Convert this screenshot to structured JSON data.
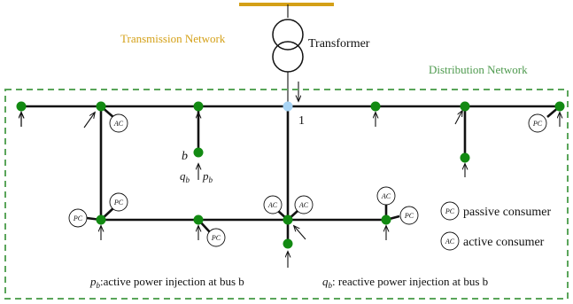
{
  "labels": {
    "transmission_network": "Transmission Network",
    "transformer": "Transformer",
    "distribution_network": "Distribution Network",
    "bus_one": "1",
    "bus_b": "b",
    "q_b": "q",
    "p_b": "p",
    "subscript_b": "b"
  },
  "legend": {
    "pc_abbrev": "PC",
    "pc_text": "passive consumer",
    "ac_abbrev": "AC",
    "ac_text": "active consumer"
  },
  "notes": {
    "p_symbol": "p",
    "p_text": ":active power injection at bus b",
    "q_symbol": "q",
    "q_text": ": reactive power injection at bus b"
  },
  "colors": {
    "transmission_line": "#d4a017",
    "transmission_text": "#d4a017",
    "distribution_text": "#4e9a4e",
    "distribution_border": "#5aa55a",
    "bus_node": "#128a12",
    "substation_bus": "#a8d4f5"
  },
  "consumers": [
    {
      "kind": "AC"
    },
    {
      "kind": "PC"
    },
    {
      "kind": "PC"
    },
    {
      "kind": "PC"
    },
    {
      "kind": "PC"
    },
    {
      "kind": "AC"
    },
    {
      "kind": "AC"
    },
    {
      "kind": "AC"
    },
    {
      "kind": "PC"
    }
  ]
}
